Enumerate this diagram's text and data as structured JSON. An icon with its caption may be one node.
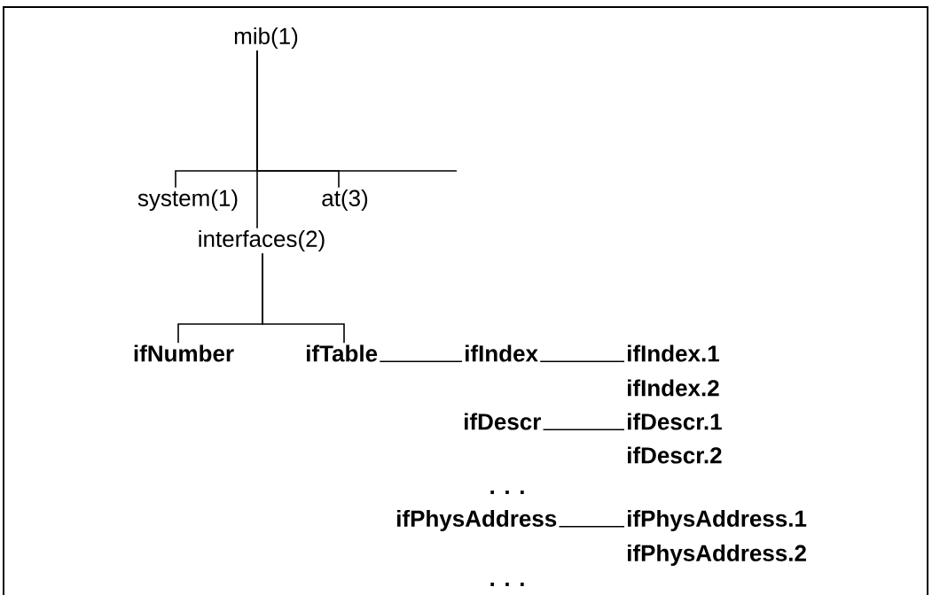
{
  "diagram": {
    "nodes": [
      {
        "text": [
          "mib(1)"
        ]
      },
      {
        "text": [
          "system(1)"
        ]
      },
      {
        "text": [
          "at(3)"
        ]
      },
      {
        "text": [
          "interfaces(2)"
        ]
      },
      {
        "text": [
          "ifNumber"
        ]
      },
      {
        "text": [
          "ifTable"
        ]
      },
      {
        "text": [
          "ifIndex"
        ]
      },
      {
        "text": [
          "ifIndex.1"
        ]
      },
      {
        "text": [
          "ifIndex.2"
        ]
      },
      {
        "text": [
          "ifDescr"
        ]
      },
      {
        "text": [
          "ifDescr.1"
        ]
      },
      {
        "text": [
          "ifDescr.2"
        ]
      },
      {
        "text": [
          "ifPhysAddress"
        ]
      },
      {
        "text": [
          "ifPhysAddress.1"
        ]
      },
      {
        "text": [
          "ifPhysAddress.2"
        ]
      }
    ],
    "edges": [
      {
        "from": 0,
        "to": 1,
        "arrow": "none"
      },
      {
        "from": 0,
        "to": 3,
        "arrow": "none"
      },
      {
        "from": 0,
        "to": 2,
        "arrow": "none"
      },
      {
        "from": 0,
        "to": null,
        "arrow": "none"
      },
      {
        "from": 3,
        "to": 4,
        "arrow": "none"
      },
      {
        "from": 3,
        "to": 5,
        "arrow": "none"
      },
      {
        "from": 5,
        "to": 6,
        "arrow": "none"
      },
      {
        "from": 6,
        "to": 7,
        "arrow": "none"
      },
      {
        "from": 9,
        "to": 10,
        "arrow": "none"
      },
      {
        "from": 12,
        "to": 13,
        "arrow": "none"
      }
    ],
    "labels": [
      ". . .",
      ". . ."
    ]
  }
}
